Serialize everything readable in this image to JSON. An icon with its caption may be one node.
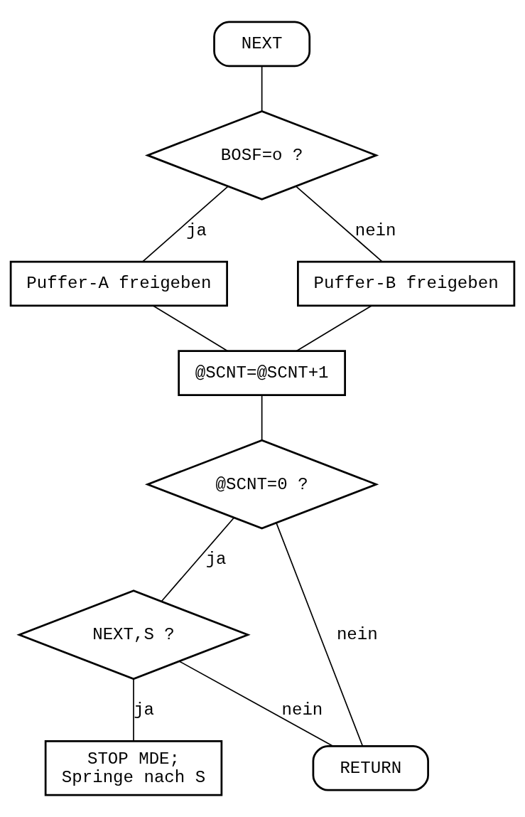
{
  "diagram": {
    "nodes": [
      {
        "text": [
          "NEXT"
        ]
      },
      {
        "text": [
          "BOSF=o ?"
        ]
      },
      {
        "text": [
          "Puffer-A freigeben"
        ]
      },
      {
        "text": [
          "Puffer-B freigeben"
        ]
      },
      {
        "text": [
          "@SCNT=@SCNT+1"
        ]
      },
      {
        "text": [
          "@SCNT=0 ?"
        ]
      },
      {
        "text": [
          "NEXT,S ?"
        ]
      },
      {
        "text": [
          "RETURN"
        ]
      },
      {
        "text": [
          "STOP MDE;",
          "Springe nach S"
        ]
      }
    ],
    "edges": [
      {
        "from": 0,
        "to": 1,
        "arrow": "none"
      },
      {
        "from": 1,
        "to": 2,
        "arrow": "none",
        "label": "ja"
      },
      {
        "from": 1,
        "to": 3,
        "arrow": "none",
        "label": "nein"
      },
      {
        "from": 3,
        "to": 4,
        "arrow": "none"
      },
      {
        "from": 2,
        "to": 4,
        "arrow": "none"
      },
      {
        "from": 4,
        "to": 5,
        "arrow": "none"
      },
      {
        "from": 5,
        "to": 7,
        "arrow": "none",
        "label": "nein"
      },
      {
        "from": 5,
        "to": 6,
        "arrow": "none",
        "label": "ja"
      },
      {
        "from": 6,
        "to": 7,
        "arrow": "none",
        "label": "nein"
      },
      {
        "from": 6,
        "to": 8,
        "arrow": "none",
        "label": "ja"
      }
    ]
  }
}
